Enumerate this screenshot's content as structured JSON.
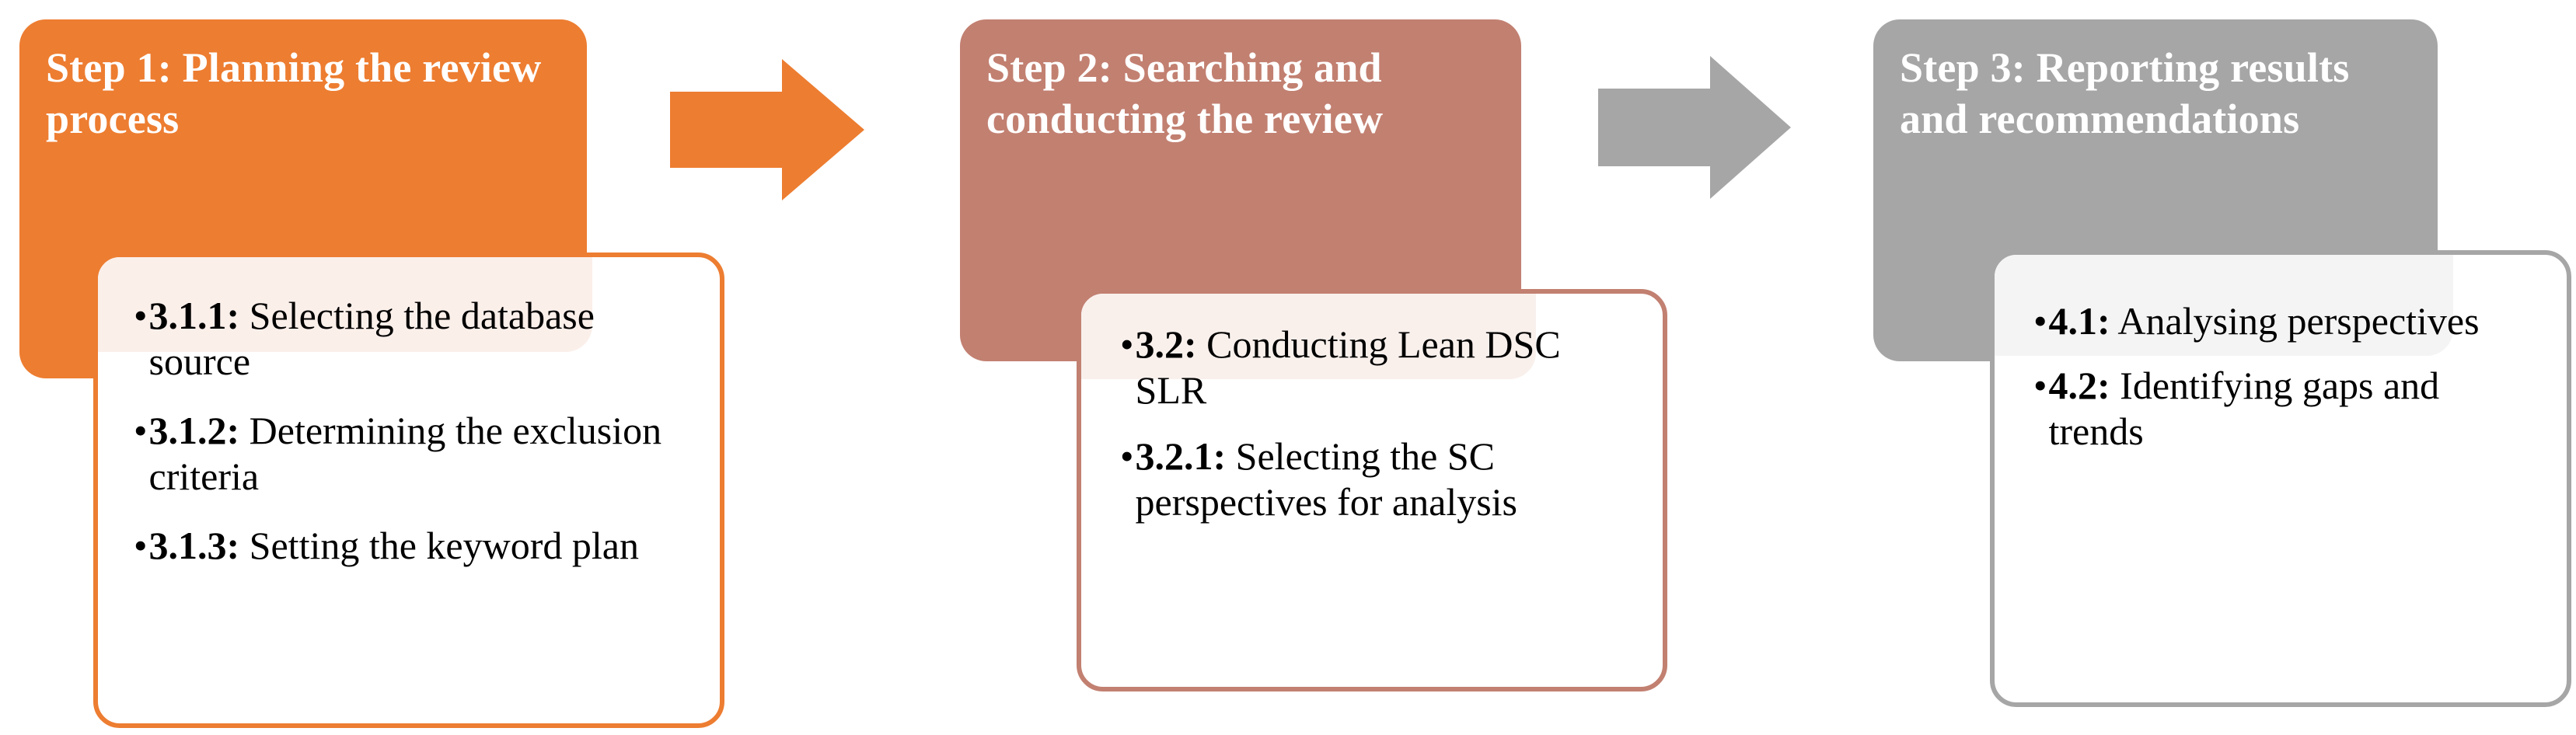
{
  "diagram": {
    "title": "Three-step systematic literature review process",
    "colors": {
      "step1_accent": "#ED7D31",
      "step1_tint": "#FBEFEA",
      "step2_accent": "#C28071",
      "step2_tint": "#F9F0EC",
      "step3_accent": "#A6A6A6",
      "step3_tint": "#F4F4F4",
      "card_background": "#FFFFFF",
      "header_text": "#FFFFFF",
      "bullet_text": "#000000"
    },
    "steps": [
      {
        "id": "step-1",
        "header": "Step 1: Planning the review process",
        "accent": "#ED7D31",
        "bullets": [
          {
            "marker": "•",
            "label": "3.1.1:",
            "text": " Selecting the database source"
          },
          {
            "marker": "•",
            "label": "3.1.2:",
            "text": " Determining the exclusion criteria"
          },
          {
            "marker": "•",
            "label": "3.1.3:",
            "text": " Setting the keyword plan"
          }
        ]
      },
      {
        "id": "step-2",
        "header": "Step 2: Searching and conducting the review",
        "accent": "#C28071",
        "bullets": [
          {
            "marker": "•",
            "label": "3.2:",
            "text": " Conducting Lean DSC SLR"
          },
          {
            "marker": "•",
            "label": "3.2.1:",
            "text": " Selecting the SC perspectives for analysis"
          }
        ]
      },
      {
        "id": "step-3",
        "header": "Step 3: Reporting results and recommendations",
        "accent": "#A6A6A6",
        "bullets": [
          {
            "marker": "•",
            "label": "4.1:",
            "text": " Analysing perspectives"
          },
          {
            "marker": "•",
            "label": "4.2:",
            "text": " Identifying gaps and trends"
          }
        ]
      }
    ],
    "arrows": [
      {
        "id": "arrow-step1-to-step2",
        "direction": "right",
        "color": "#ED7D31"
      },
      {
        "id": "arrow-step2-to-step3",
        "direction": "right",
        "color": "#A6A6A6"
      }
    ]
  }
}
